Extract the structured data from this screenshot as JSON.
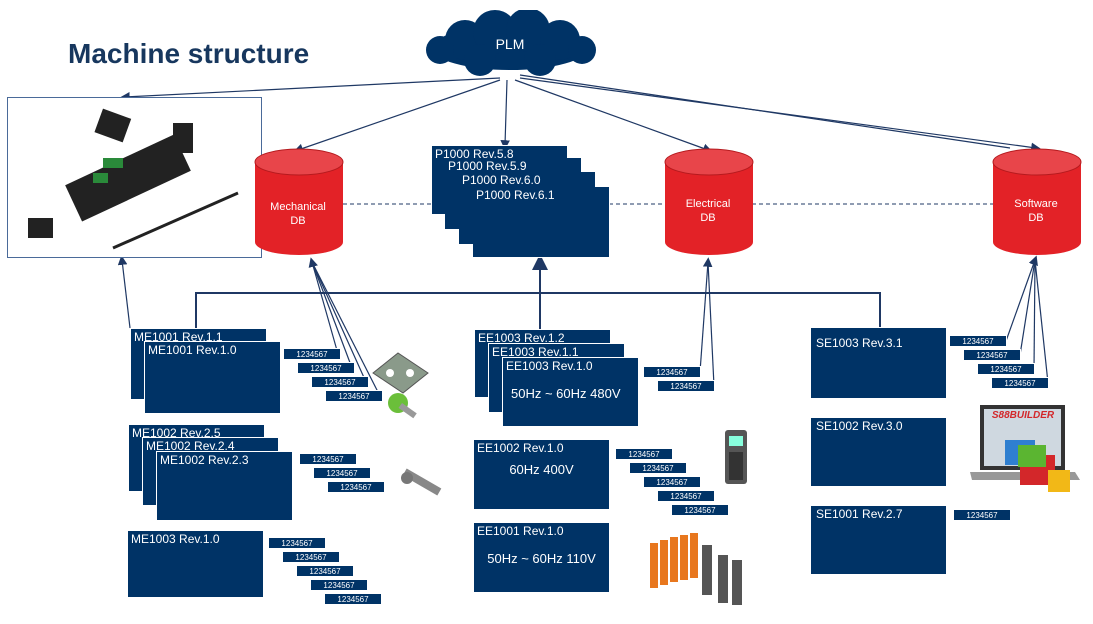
{
  "title": "Machine structure",
  "plm": {
    "label": "PLM"
  },
  "databases": [
    {
      "line1": "Mechanical",
      "line2": "DB"
    },
    {
      "line1": "Electrical",
      "line2": "DB"
    },
    {
      "line1": "Software",
      "line2": "DB"
    }
  ],
  "p1000": [
    "P1000 Rev.5.8",
    "P1000 Rev.5.9",
    "P1000 Rev.6.0",
    "P1000 Rev.6.1"
  ],
  "mechanical": {
    "me1001": [
      "ME1001 Rev.1.1",
      "ME1001 Rev.1.0"
    ],
    "me1002": [
      "ME1002 Rev.2.5",
      "ME1002 Rev.2.4",
      "ME1002 Rev.2.3"
    ],
    "me1003": [
      "ME1003 Rev.1.0"
    ]
  },
  "electrical": {
    "ee1003": [
      "EE1003 Rev.1.2",
      "EE1003 Rev.1.1",
      "EE1003 Rev.1.0"
    ],
    "ee1003_spec": "50Hz ~ 60Hz 480V",
    "ee1002": "EE1002 Rev.1.0",
    "ee1002_spec": "60Hz 400V",
    "ee1001": "EE1001 Rev.1.0",
    "ee1001_spec": "50Hz ~ 60Hz 110V"
  },
  "software": {
    "se1003": "SE1003 Rev.3.1",
    "se1002": "SE1002 Rev.3.0",
    "se1001": "SE1001 Rev.2.7"
  },
  "part_number": "1234567",
  "s88_logo": "S88BUILDER",
  "colors": {
    "navy": "#003366",
    "db_red": "#e32227",
    "title": "#17375e"
  }
}
